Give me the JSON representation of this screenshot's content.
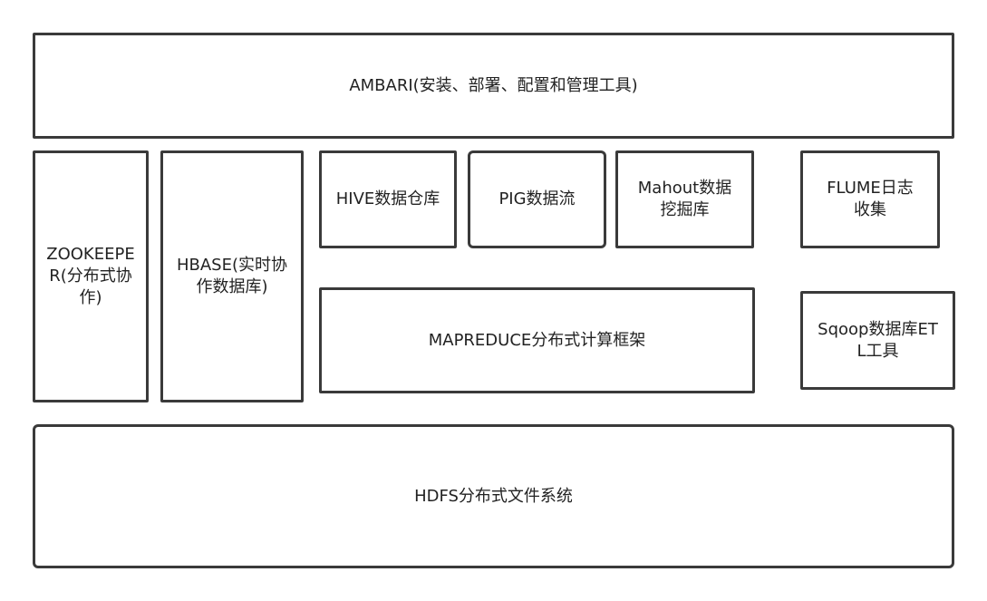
{
  "diagram": {
    "ambari": "AMBARI(安装、部署、配置和管理工具)",
    "zookeeper": "ZOOKEEPER(分布式协作)",
    "hbase": "HBASE(实时协作数据库)",
    "hive": "HIVE数据仓库",
    "pig": "PIG数据流",
    "mahout": "Mahout数据挖掘库",
    "flume": "FLUME日志收集",
    "mapreduce": "MAPREDUCE分布式计算框架",
    "sqoop": "Sqoop数据库ETL工具",
    "hdfs": "HDFS分布式文件系统"
  }
}
